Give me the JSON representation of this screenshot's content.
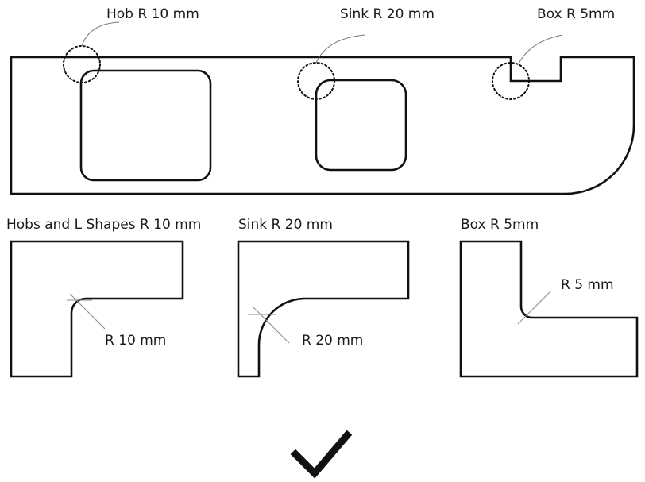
{
  "top_diagram": {
    "callouts": {
      "hob": "Hob R 10 mm",
      "sink": "Sink R 20 mm",
      "box": "Box R 5mm"
    }
  },
  "details": {
    "hobs": {
      "title": "Hobs and L Shapes R 10 mm",
      "radius_label": "R 10 mm"
    },
    "sink": {
      "title": "Sink R 20 mm",
      "radius_label": "R 20 mm"
    },
    "box": {
      "title": "Box R 5mm",
      "radius_label": "R 5 mm"
    }
  },
  "status": {
    "icon": "checkmark-icon"
  },
  "colors": {
    "stroke": "#111111",
    "leader": "#777777",
    "text": "#1a1a1a"
  }
}
